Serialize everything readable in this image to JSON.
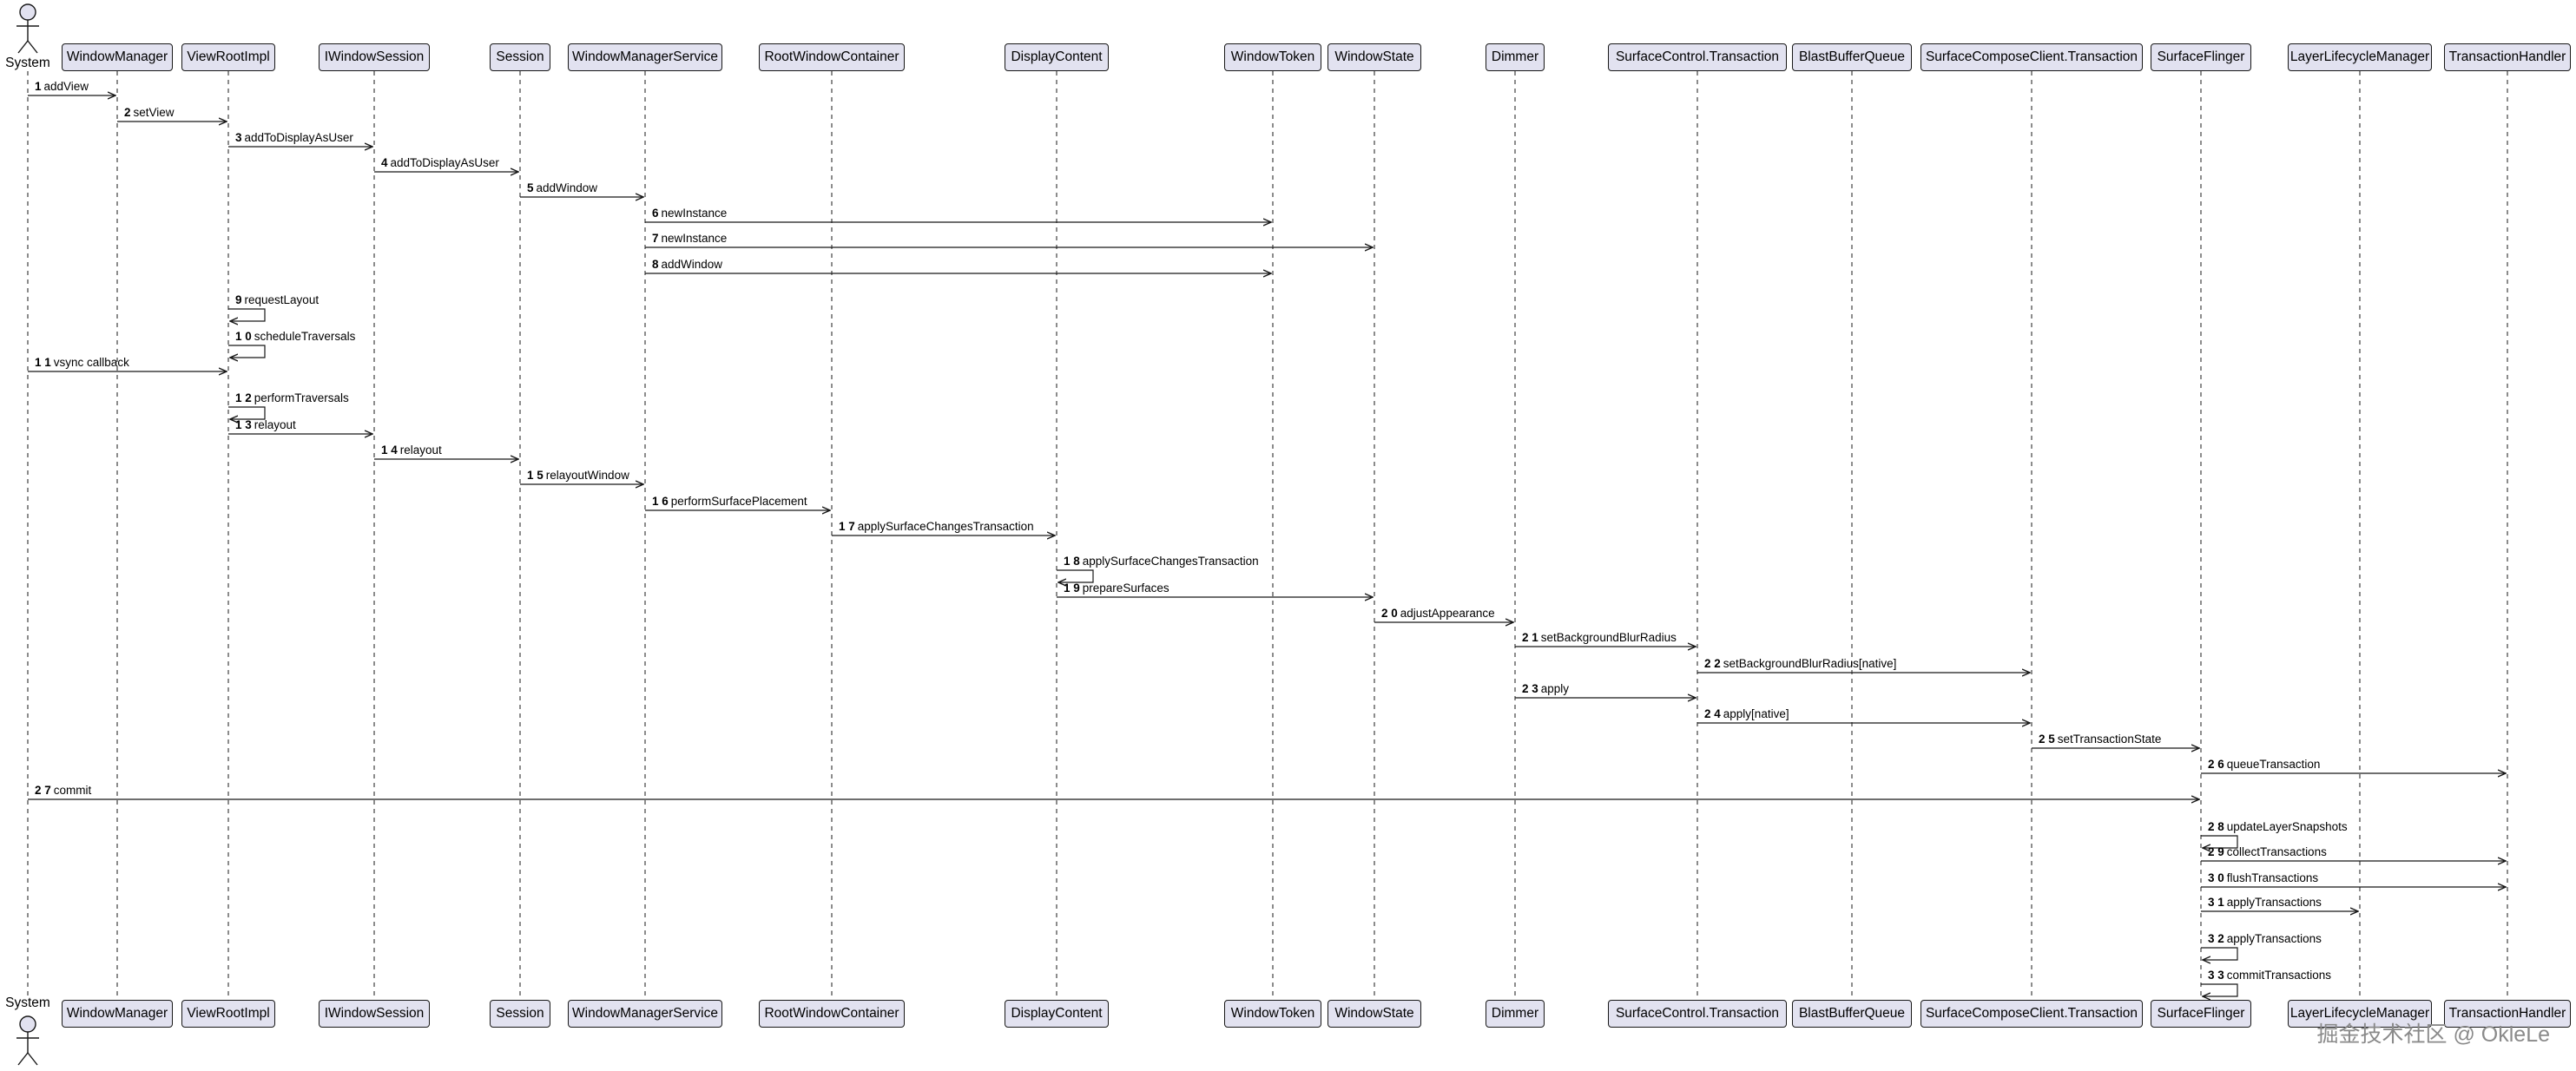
{
  "participants": [
    {
      "id": "System",
      "label": "System",
      "kind": "actor"
    },
    {
      "id": "WindowManager",
      "label": "WindowManager",
      "kind": "box"
    },
    {
      "id": "ViewRootImpl",
      "label": "ViewRootImpl",
      "kind": "box"
    },
    {
      "id": "IWindowSession",
      "label": "IWindowSession",
      "kind": "box"
    },
    {
      "id": "Session",
      "label": "Session",
      "kind": "box"
    },
    {
      "id": "WindowManagerService",
      "label": "WindowManagerService",
      "kind": "box"
    },
    {
      "id": "RootWindowContainer",
      "label": "RootWindowContainer",
      "kind": "box"
    },
    {
      "id": "DisplayContent",
      "label": "DisplayContent",
      "kind": "box"
    },
    {
      "id": "WindowToken",
      "label": "WindowToken",
      "kind": "box"
    },
    {
      "id": "WindowState",
      "label": "WindowState",
      "kind": "box"
    },
    {
      "id": "Dimmer",
      "label": "Dimmer",
      "kind": "box"
    },
    {
      "id": "SurfaceControlTransaction",
      "label": "SurfaceControl.Transaction",
      "kind": "box"
    },
    {
      "id": "BlastBufferQueue",
      "label": "BlastBufferQueue",
      "kind": "box"
    },
    {
      "id": "SurfaceComposeClientTransaction",
      "label": "SurfaceComposeClient.Transaction",
      "kind": "box"
    },
    {
      "id": "SurfaceFlinger",
      "label": "SurfaceFlinger",
      "kind": "box"
    },
    {
      "id": "LayerLifecycleManager",
      "label": "LayerLifecycleManager",
      "kind": "box"
    },
    {
      "id": "TransactionHandler",
      "label": "TransactionHandler",
      "kind": "box"
    }
  ],
  "messages": [
    {
      "num": "1",
      "label": "addView",
      "from": "System",
      "to": "WindowManager"
    },
    {
      "num": "2",
      "label": "setView",
      "from": "WindowManager",
      "to": "ViewRootImpl"
    },
    {
      "num": "3",
      "label": "addToDisplayAsUser",
      "from": "ViewRootImpl",
      "to": "IWindowSession"
    },
    {
      "num": "4",
      "label": "addToDisplayAsUser",
      "from": "IWindowSession",
      "to": "Session"
    },
    {
      "num": "5",
      "label": "addWindow",
      "from": "Session",
      "to": "WindowManagerService"
    },
    {
      "num": "6",
      "label": "newInstance",
      "from": "WindowManagerService",
      "to": "WindowToken"
    },
    {
      "num": "7",
      "label": "newInstance",
      "from": "WindowManagerService",
      "to": "WindowState"
    },
    {
      "num": "8",
      "label": "addWindow",
      "from": "WindowManagerService",
      "to": "WindowToken"
    },
    {
      "num": "9",
      "label": "requestLayout",
      "from": "ViewRootImpl",
      "to": "ViewRootImpl"
    },
    {
      "num": "1 0",
      "label": "scheduleTraversals",
      "from": "ViewRootImpl",
      "to": "ViewRootImpl"
    },
    {
      "num": "1 1",
      "label": "vsync callback",
      "from": "System",
      "to": "ViewRootImpl"
    },
    {
      "num": "1 2",
      "label": "performTraversals",
      "from": "ViewRootImpl",
      "to": "ViewRootImpl"
    },
    {
      "num": "1 3",
      "label": "relayout",
      "from": "ViewRootImpl",
      "to": "IWindowSession"
    },
    {
      "num": "1 4",
      "label": "relayout",
      "from": "IWindowSession",
      "to": "Session"
    },
    {
      "num": "1 5",
      "label": "relayoutWindow",
      "from": "Session",
      "to": "WindowManagerService"
    },
    {
      "num": "1 6",
      "label": "performSurfacePlacement",
      "from": "WindowManagerService",
      "to": "RootWindowContainer"
    },
    {
      "num": "1 7",
      "label": "applySurfaceChangesTransaction",
      "from": "RootWindowContainer",
      "to": "DisplayContent"
    },
    {
      "num": "1 8",
      "label": "applySurfaceChangesTransaction",
      "from": "DisplayContent",
      "to": "DisplayContent"
    },
    {
      "num": "1 9",
      "label": "prepareSurfaces",
      "from": "DisplayContent",
      "to": "WindowState"
    },
    {
      "num": "2 0",
      "label": "adjustAppearance",
      "from": "WindowState",
      "to": "Dimmer"
    },
    {
      "num": "2 1",
      "label": "setBackgroundBlurRadius",
      "from": "Dimmer",
      "to": "SurfaceControlTransaction"
    },
    {
      "num": "2 2",
      "label": "setBackgroundBlurRadius[native]",
      "from": "SurfaceControlTransaction",
      "to": "SurfaceComposeClientTransaction"
    },
    {
      "num": "2 3",
      "label": "apply",
      "from": "Dimmer",
      "to": "SurfaceControlTransaction"
    },
    {
      "num": "2 4",
      "label": "apply[native]",
      "from": "SurfaceControlTransaction",
      "to": "SurfaceComposeClientTransaction"
    },
    {
      "num": "2 5",
      "label": "setTransactionState",
      "from": "SurfaceComposeClientTransaction",
      "to": "SurfaceFlinger"
    },
    {
      "num": "2 6",
      "label": "queueTransaction",
      "from": "SurfaceFlinger",
      "to": "TransactionHandler"
    },
    {
      "num": "2 7",
      "label": "commit",
      "from": "System",
      "to": "SurfaceFlinger"
    },
    {
      "num": "2 8",
      "label": "updateLayerSnapshots",
      "from": "SurfaceFlinger",
      "to": "SurfaceFlinger"
    },
    {
      "num": "2 9",
      "label": "collectTransactions",
      "from": "SurfaceFlinger",
      "to": "TransactionHandler"
    },
    {
      "num": "3 0",
      "label": "flushTransactions",
      "from": "SurfaceFlinger",
      "to": "TransactionHandler"
    },
    {
      "num": "3 1",
      "label": "applyTransactions",
      "from": "SurfaceFlinger",
      "to": "LayerLifecycleManager"
    },
    {
      "num": "3 2",
      "label": "applyTransactions",
      "from": "SurfaceFlinger",
      "to": "SurfaceFlinger"
    },
    {
      "num": "3 3",
      "label": "commitTransactions",
      "from": "SurfaceFlinger",
      "to": "SurfaceFlinger"
    }
  ],
  "watermark": "掘金技术社区 @ OkleLe",
  "colors": {
    "box_fill": "#E2E2F0",
    "border": "#181818",
    "lifeline": "#181818",
    "watermark": "#8a8a8a"
  }
}
